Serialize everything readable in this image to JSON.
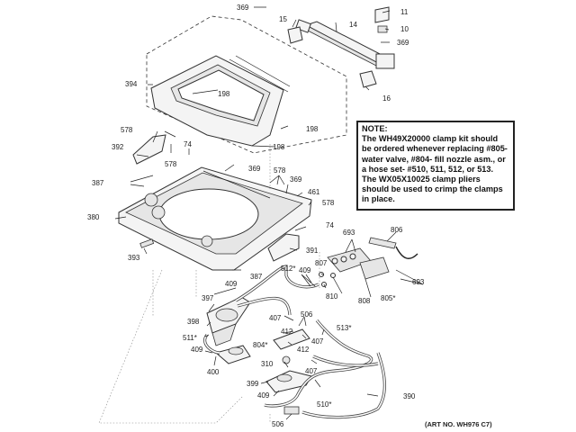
{
  "diagram": {
    "title": "Washer top panel and water inlet exploded parts diagram",
    "note": {
      "heading": "NOTE:",
      "body": "The WH49X20000 clamp kit should be ordered whenever replacing #805- water valve, #804- fill nozzle asm., or a hose set- #510, 511, 512, or 513. The WX05X10025 clamp pliers should be used to crimp the clamps in place."
    },
    "art_number": "(ART NO. WH976 C7)",
    "labels": {
      "l369a": "369",
      "l15": "15",
      "l14": "14",
      "l11": "11",
      "l10": "10",
      "l369b": "369",
      "l16": "16",
      "l394": "394",
      "l198a": "198",
      "l198b": "198",
      "l198c": "198",
      "l578a": "578",
      "l392": "392",
      "l578b": "578",
      "l74a": "74",
      "l369c": "369",
      "l578c": "578",
      "l369d": "369",
      "l461": "461",
      "l578d": "578",
      "l387a": "387",
      "l380": "380",
      "l74b": "74",
      "l391": "391",
      "l393": "393",
      "l387b": "387",
      "l693a": "693",
      "l806": "806",
      "l693b": "693",
      "l512": "512*",
      "l409a": "409",
      "l807": "807",
      "l810": "810",
      "l808": "808",
      "l805": "805*",
      "l409b": "409",
      "l397": "397",
      "l398": "398",
      "l511": "511*",
      "l409c": "409",
      "l400": "400",
      "l407a": "407",
      "l506a": "506",
      "l412a": "412",
      "l407b": "407",
      "l513": "513*",
      "l804": "804*",
      "l412b": "412",
      "l310": "310",
      "l407c": "407",
      "l399": "399",
      "l409d": "409",
      "l510": "510*",
      "l390": "390",
      "l506b": "506"
    }
  }
}
